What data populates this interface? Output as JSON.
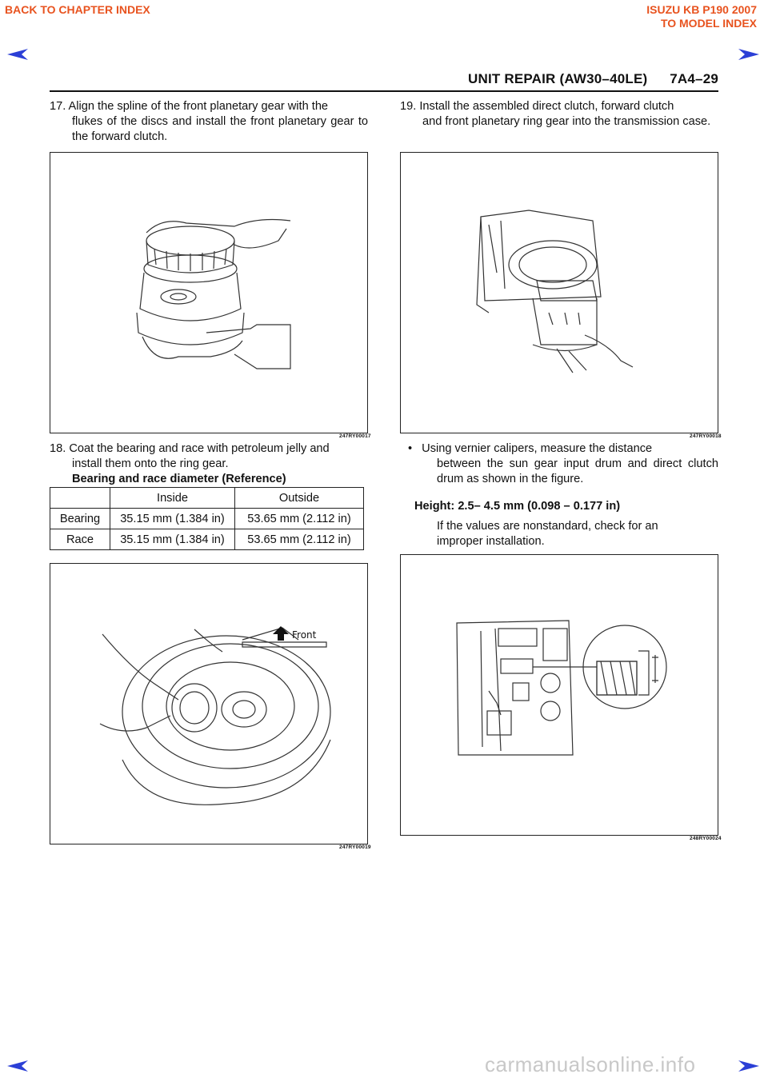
{
  "nav": {
    "back_chapter": "BACK TO CHAPTER INDEX",
    "model_line1": "ISUZU KB P190 2007",
    "model_line2": "TO MODEL INDEX",
    "accent_color": "#e8531f",
    "arrow_color": "#2b3fd6"
  },
  "header": {
    "title": "UNIT REPAIR (AW30–40LE)",
    "page": "7A4–29"
  },
  "left": {
    "step17": {
      "number": "17.",
      "text_line1": "Align the spline of the front planetary gear with the",
      "text_rest": "flukes of the discs and install the front planetary gear to the forward clutch."
    },
    "fig1_code": "247RY00017",
    "step18": {
      "number": "18.",
      "text_line1": "Coat the bearing and race with petroleum jelly and",
      "text_rest": "install them onto the ring gear."
    },
    "table_title": "Bearing and race diameter (Reference)",
    "table": {
      "headers": [
        "",
        "Inside",
        "Outside"
      ],
      "rows": [
        [
          "Bearing",
          "35.15 mm (1.384 in)",
          "53.65 mm (2.112 in)"
        ],
        [
          "Race",
          "35.15 mm (1.384 in)",
          "53.65 mm (2.112 in)"
        ]
      ]
    },
    "fig2_label": "Front",
    "fig2_code": "247RY00019"
  },
  "right": {
    "step19": {
      "number": "19.",
      "text_line1": "Install the assembled direct clutch, forward clutch",
      "text_rest": "and front planetary ring gear into the transmission case."
    },
    "fig3_code": "247RY00018",
    "bullet": "•",
    "bullet_line1": "Using vernier calipers, measure the distance",
    "bullet_rest": "between the sun gear input drum and direct clutch drum as shown in the figure.",
    "height_spec": "Height: 2.5– 4.5 mm (0.098 – 0.177 in)",
    "note_line1": "If the values are nonstandard, check for an",
    "note_rest": "improper installation.",
    "fig4_code": "248RY00024"
  },
  "footer": {
    "watermark": "carmanualsonline.info"
  }
}
